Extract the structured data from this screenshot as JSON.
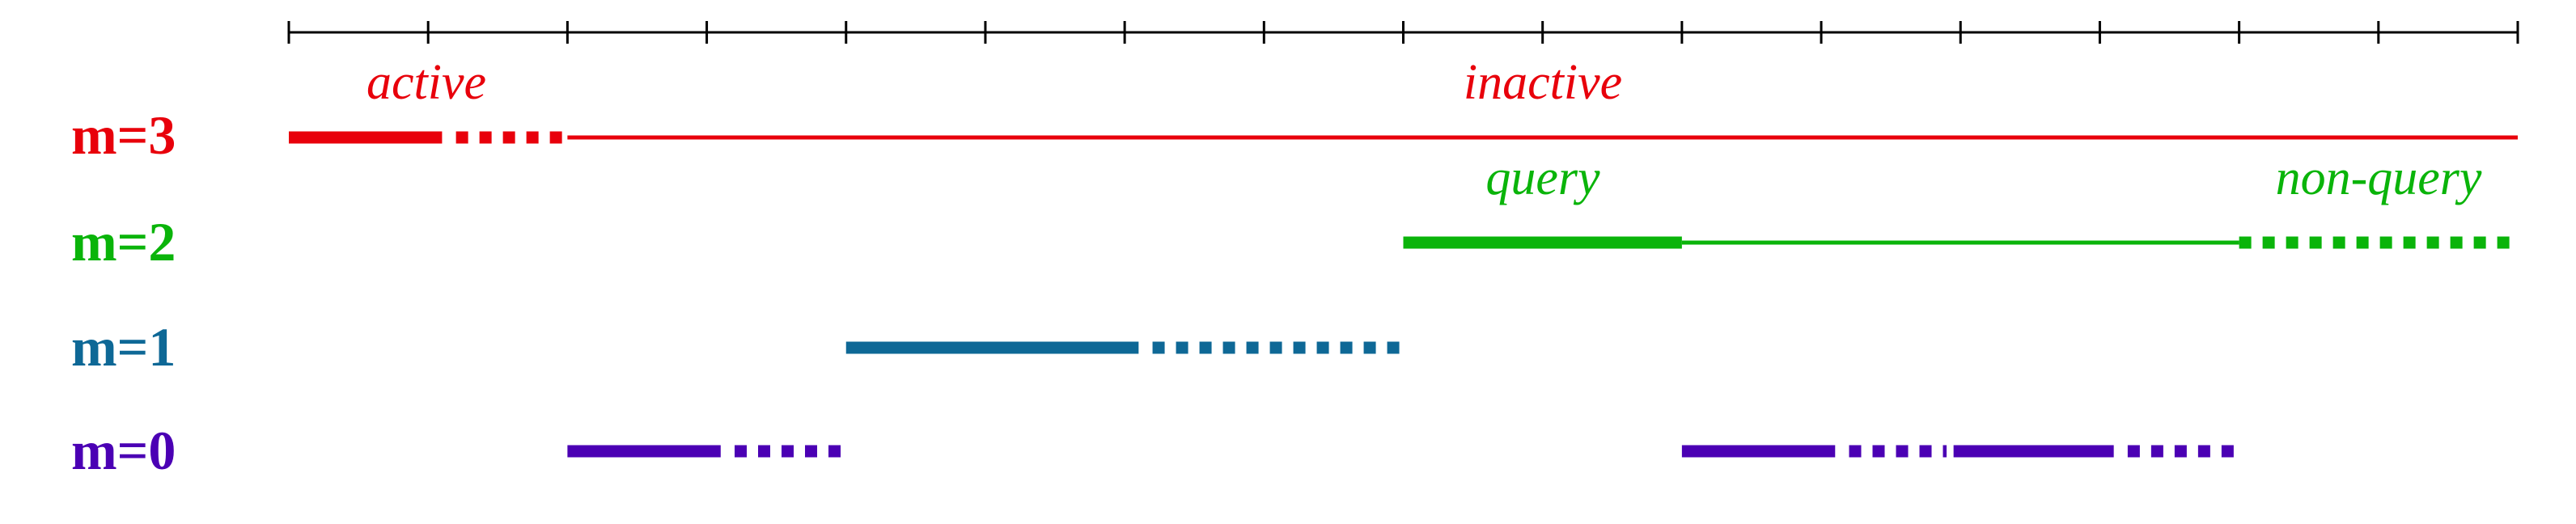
{
  "colors": {
    "axis": "#000000",
    "m3": "#e8000b",
    "m2": "#0ab40a",
    "m1": "#0e6896",
    "m0": "#4b00b4"
  },
  "axis": {
    "ticks": 17
  },
  "rows": [
    {
      "key": "m3",
      "label": "m=3",
      "color_key": "m3"
    },
    {
      "key": "m2",
      "label": "m=2",
      "color_key": "m2"
    },
    {
      "key": "m1",
      "label": "m=1",
      "color_key": "m1"
    },
    {
      "key": "m0",
      "label": "m=0",
      "color_key": "m0"
    }
  ],
  "segments": [
    {
      "row": "m3",
      "style": "thick",
      "from": 0,
      "to": 1.1
    },
    {
      "row": "m3",
      "style": "dotted",
      "from": 1.2,
      "to": 2.0
    },
    {
      "row": "m3",
      "style": "thin",
      "from": 2.0,
      "to": 16.0
    },
    {
      "row": "m2",
      "style": "thick",
      "from": 8.0,
      "to": 10.0
    },
    {
      "row": "m2",
      "style": "thin",
      "from": 10.0,
      "to": 14.0
    },
    {
      "row": "m2",
      "style": "dotted",
      "from": 14.0,
      "to": 16.0
    },
    {
      "row": "m1",
      "style": "thick",
      "from": 4.0,
      "to": 6.1
    },
    {
      "row": "m1",
      "style": "dotted",
      "from": 6.2,
      "to": 8.0
    },
    {
      "row": "m0",
      "style": "thick",
      "from": 2.0,
      "to": 3.1
    },
    {
      "row": "m0",
      "style": "dotted",
      "from": 3.2,
      "to": 4.0
    },
    {
      "row": "m0",
      "style": "thick",
      "from": 10.0,
      "to": 11.1
    },
    {
      "row": "m0",
      "style": "dotted",
      "from": 11.2,
      "to": 11.9
    },
    {
      "row": "m0",
      "style": "thick",
      "from": 11.95,
      "to": 13.1
    },
    {
      "row": "m0",
      "style": "dotted",
      "from": 13.2,
      "to": 14.0
    }
  ],
  "annotations": {
    "active": "active",
    "inactive": "inactive",
    "query": "query",
    "non_query": "non-query"
  }
}
